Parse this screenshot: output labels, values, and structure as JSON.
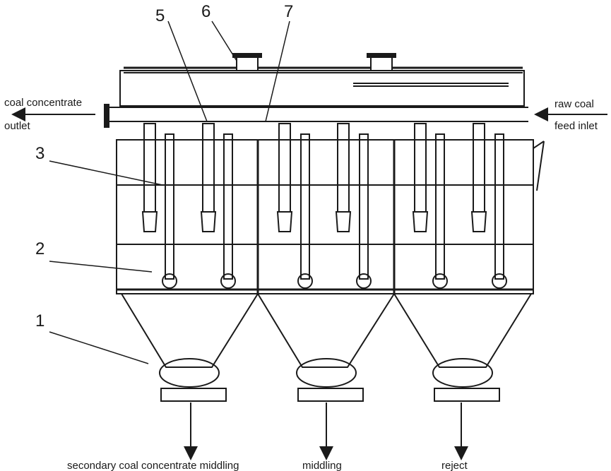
{
  "callouts": [
    "1",
    "2",
    "3",
    "5",
    "6",
    "7"
  ],
  "labels": {
    "left_line1": "coal concentrate",
    "left_line2": "outlet",
    "right_line1": "raw coal",
    "right_line2": "feed inlet",
    "bottom_1": "secondary coal concentrate middling",
    "bottom_2": "middling",
    "bottom_3": "reject"
  },
  "colors": {
    "line": "#1a1a1a",
    "background": "#ffffff"
  }
}
